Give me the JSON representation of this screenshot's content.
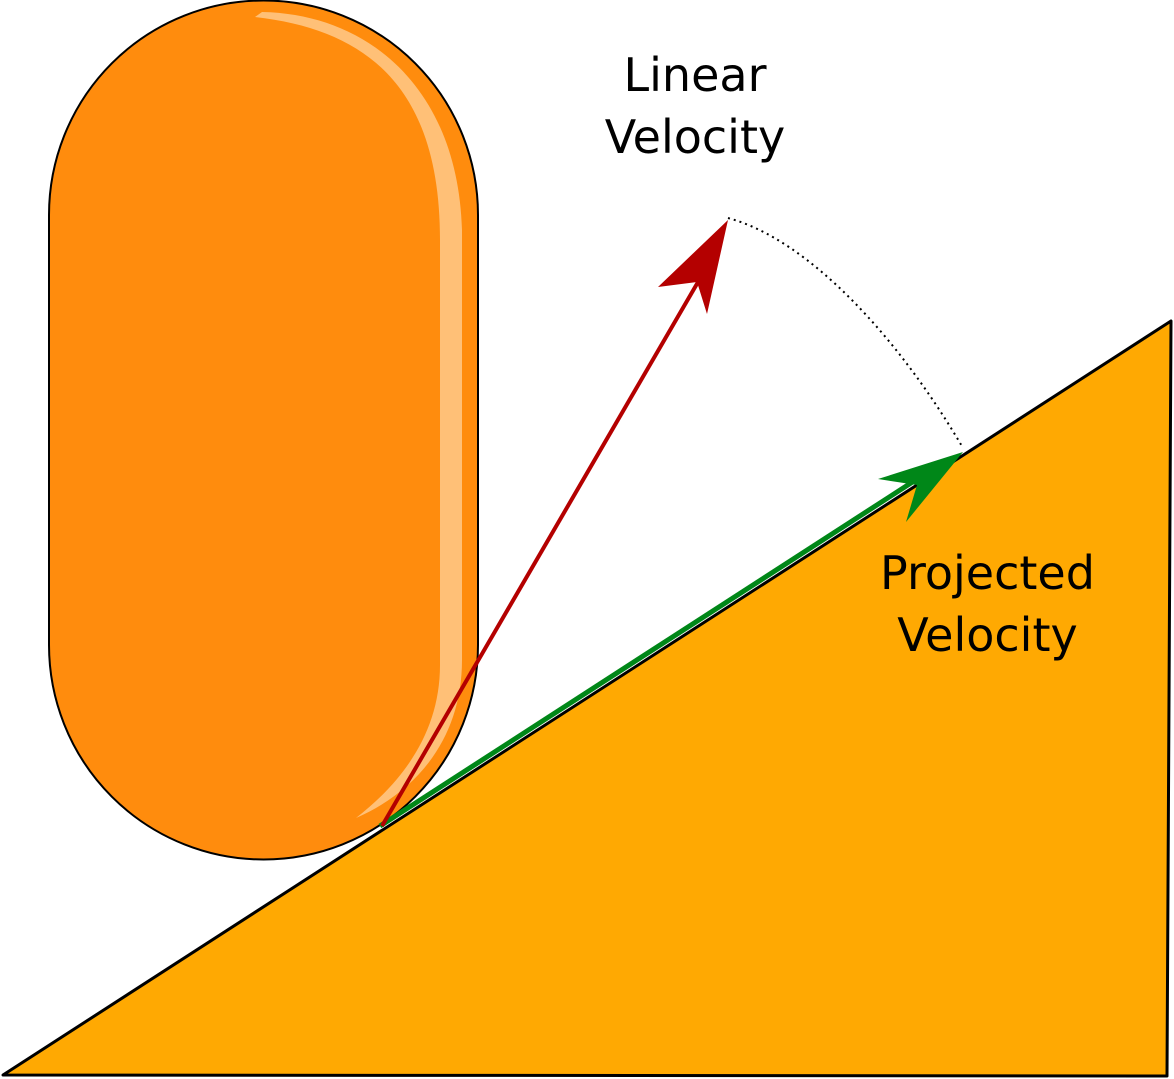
{
  "labels": {
    "linear_velocity": [
      "Linear",
      "Velocity"
    ],
    "projected_velocity": [
      "Projected",
      "Velocity"
    ]
  },
  "colors": {
    "capsule_fill": "#FF8C0D",
    "capsule_highlight": "#FFC583",
    "ramp_fill": "#FFA902",
    "linear_velocity_arrow": "#B40000",
    "projected_velocity_arrow": "#008718",
    "outline": "#000000"
  }
}
